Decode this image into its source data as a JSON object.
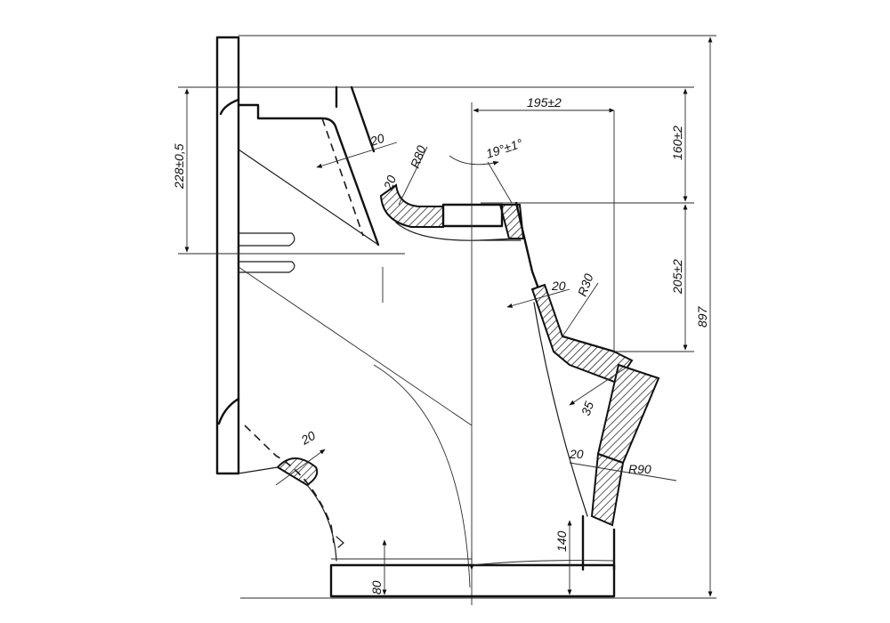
{
  "dimensions": {
    "d_195": "195±2",
    "d_160": "160±2",
    "d_205": "205±2",
    "d_897": "897",
    "d_228": "228±0,5",
    "d_angle": "19°±1°",
    "d_20_top": "20",
    "d_r80": "R80",
    "d_20_upper_small": "20",
    "d_20_right": "20",
    "d_r30": "R30",
    "d_35": "35",
    "d_20_lower_right": "20",
    "d_r90": "R90",
    "d_20_left": "20",
    "d_140": "140",
    "d_80": "80"
  }
}
